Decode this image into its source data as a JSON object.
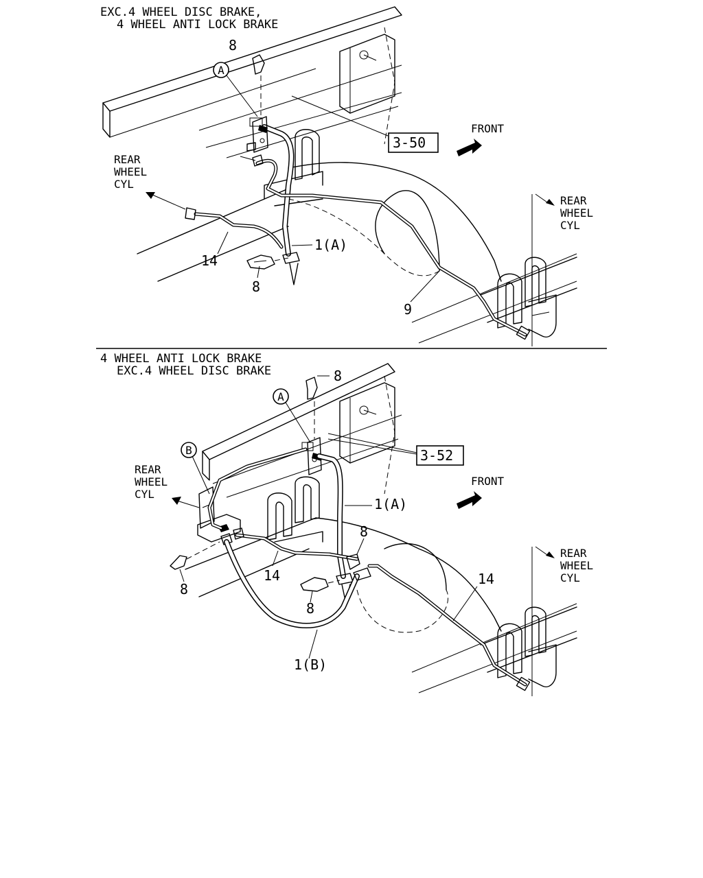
{
  "top_view": {
    "caption_line1": "EXC.4 WHEEL DISC BRAKE,",
    "caption_line2": "4 WHEEL ANTI LOCK BRAKE",
    "callout_a": "A",
    "ref_box": "3-50",
    "front_label": "FRONT",
    "rear_left_line1": "REAR",
    "rear_left_line2": "WHEEL",
    "rear_left_line3": "CYL",
    "rear_right_line1": "REAR",
    "rear_right_line2": "WHEEL",
    "rear_right_line3": "CYL",
    "part_8_top": "8",
    "part_8_bottom": "8",
    "part_1a": "1(A)",
    "part_14": "14",
    "part_9": "9"
  },
  "bottom_view": {
    "caption_line1": "4 WHEEL ANTI LOCK BRAKE",
    "caption_line2": "EXC.4 WHEEL DISC BRAKE",
    "callout_a": "A",
    "callout_b": "B",
    "ref_box": "3-52",
    "front_label": "FRONT",
    "rear_left_line1": "REAR",
    "rear_left_line2": "WHEEL",
    "rear_left_line3": "CYL",
    "rear_right_line1": "REAR",
    "rear_right_line2": "WHEEL",
    "rear_right_line3": "CYL",
    "part_8_top": "8",
    "part_8_mid": "8",
    "part_8_left": "8",
    "part_8_center": "8",
    "part_1a": "1(A)",
    "part_1b": "1(B)",
    "part_14_left": "14",
    "part_14_right": "14"
  }
}
